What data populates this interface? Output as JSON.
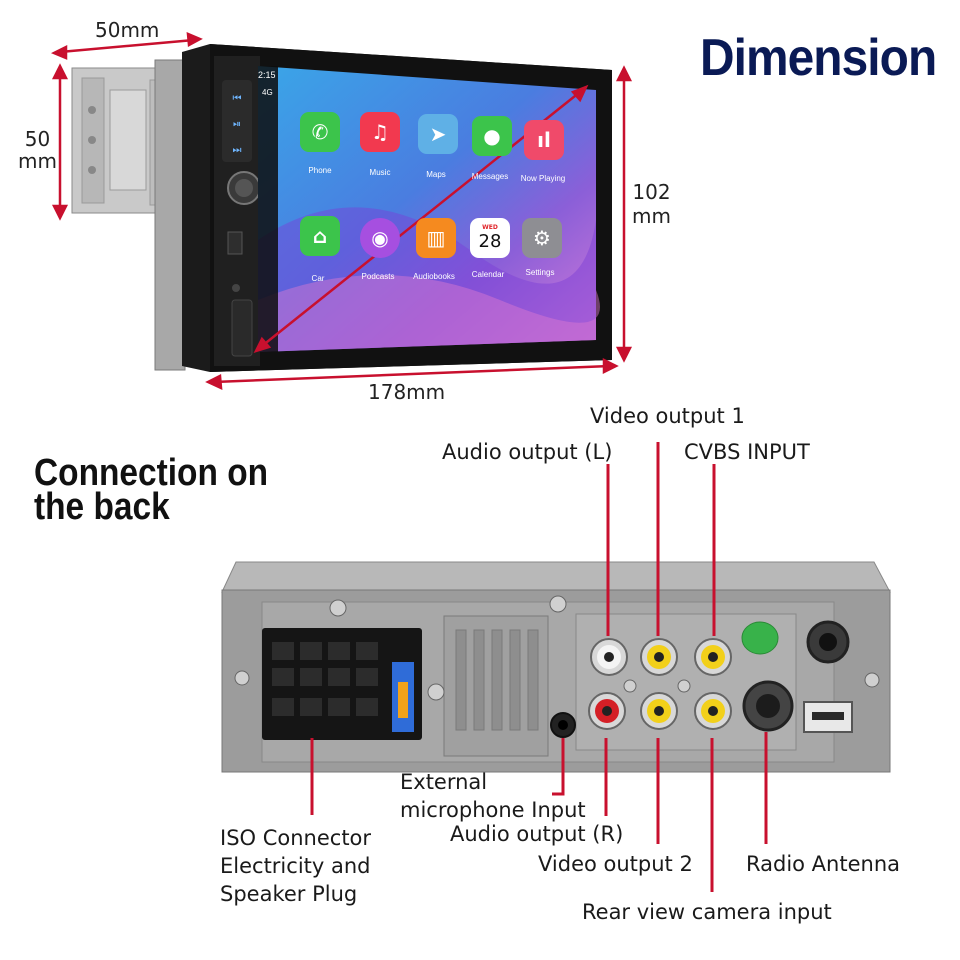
{
  "headings": {
    "dimension": "Dimension",
    "connection_line1": "Connection on",
    "connection_line2": "the back"
  },
  "dimensions": {
    "depth": "50mm",
    "height_small_1": "50",
    "height_small_2": "mm",
    "height_large_1": "102",
    "height_large_2": "mm",
    "width": "178mm"
  },
  "screen": {
    "time": "2:15",
    "signal": "4G",
    "side_buttons": [
      "⏮",
      "⏯",
      "⏭"
    ],
    "apps": [
      {
        "label": "Phone",
        "icon": "phone-icon",
        "color": "#3cc44b"
      },
      {
        "label": "Music",
        "icon": "music-icon",
        "color": "#f2394f"
      },
      {
        "label": "Maps",
        "icon": "maps-icon",
        "color": "#5fb0e6"
      },
      {
        "label": "Messages",
        "icon": "messages-icon",
        "color": "#3cc44b"
      },
      {
        "label": "Now Playing",
        "icon": "now-playing-icon",
        "color": "#f04a6a"
      },
      {
        "label": "Car",
        "icon": "home-icon",
        "color": "#3cc44b"
      },
      {
        "label": "Podcasts",
        "icon": "podcasts-icon",
        "color": "#a64fe0"
      },
      {
        "label": "Audiobooks",
        "icon": "audiobooks-icon",
        "color": "#f58a1f"
      },
      {
        "label": "Calendar",
        "icon": "calendar-icon",
        "color": "#ffffff"
      },
      {
        "label": "Settings",
        "icon": "settings-icon",
        "color": "#8e8e93"
      }
    ],
    "calendar_day": "WED",
    "calendar_date": "28"
  },
  "connections": {
    "video_output_1": "Video output 1",
    "audio_output_l": "Audio output (L)",
    "cvbs_input": "CVBS INPUT",
    "external_mic_1": "External",
    "external_mic_2": "microphone Input",
    "audio_output_r": "Audio output (R)",
    "iso_1": "ISO Connector",
    "iso_2": "Electricity and",
    "iso_3": "Speaker Plug",
    "video_output_2": "Video output 2",
    "radio_antenna": "Radio Antenna",
    "rear_camera": "Rear view camera input"
  },
  "colors": {
    "dimension_title": "#0a1a55",
    "leader_line": "#c8102e",
    "arrow": "#c8102e",
    "jack_red": "#d41f26",
    "jack_yellow": "#f2d01a",
    "jack_white": "#f4f4f4"
  }
}
